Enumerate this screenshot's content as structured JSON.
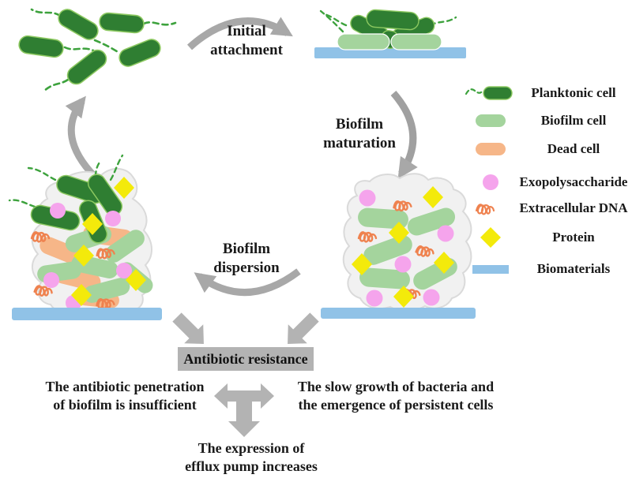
{
  "diagram": {
    "stage_labels": {
      "initial_attachment": "Initial\nattachment",
      "biofilm_maturation": "Biofilm\nmaturation",
      "biofilm_dispersion": "Biofilm\ndispersion"
    },
    "resistance": {
      "box_label": "Antibiotic resistance",
      "mechanism_left": "The antibiotic penetration\nof biofilm is insufficient",
      "mechanism_right": "The slow growth of bacteria and\nthe emergence of persistent cells",
      "mechanism_bottom": "The expression of\nefflux pump increases"
    }
  },
  "legend": {
    "items": [
      {
        "name": "planktonic-cell",
        "label": "Planktonic cell",
        "color": "#2f7e32"
      },
      {
        "name": "biofilm-cell",
        "label": "Biofilm cell",
        "color": "#a4d49d"
      },
      {
        "name": "dead-cell",
        "label": "Dead cell",
        "color": "#f6b688"
      },
      {
        "name": "exopolysaccharide",
        "label": "Exopolysaccharide",
        "color": "#f5a4ec"
      },
      {
        "name": "extracellular-dna",
        "label": "Extracellular DNA",
        "color": "#ef824f"
      },
      {
        "name": "protein",
        "label": "Protein",
        "color": "#f3ea0b"
      },
      {
        "name": "biomaterials",
        "label": "Biomaterials",
        "color": "#90c2e7"
      }
    ]
  },
  "colors": {
    "arrow_gray": "#a8a8a8",
    "block_arrow_gray": "#b3b3b3",
    "biofilm_matrix_fill": "#f1f1f1",
    "biofilm_matrix_stroke": "#dadada",
    "flagella_green": "#3da23d",
    "text": "#1a1a1a"
  }
}
